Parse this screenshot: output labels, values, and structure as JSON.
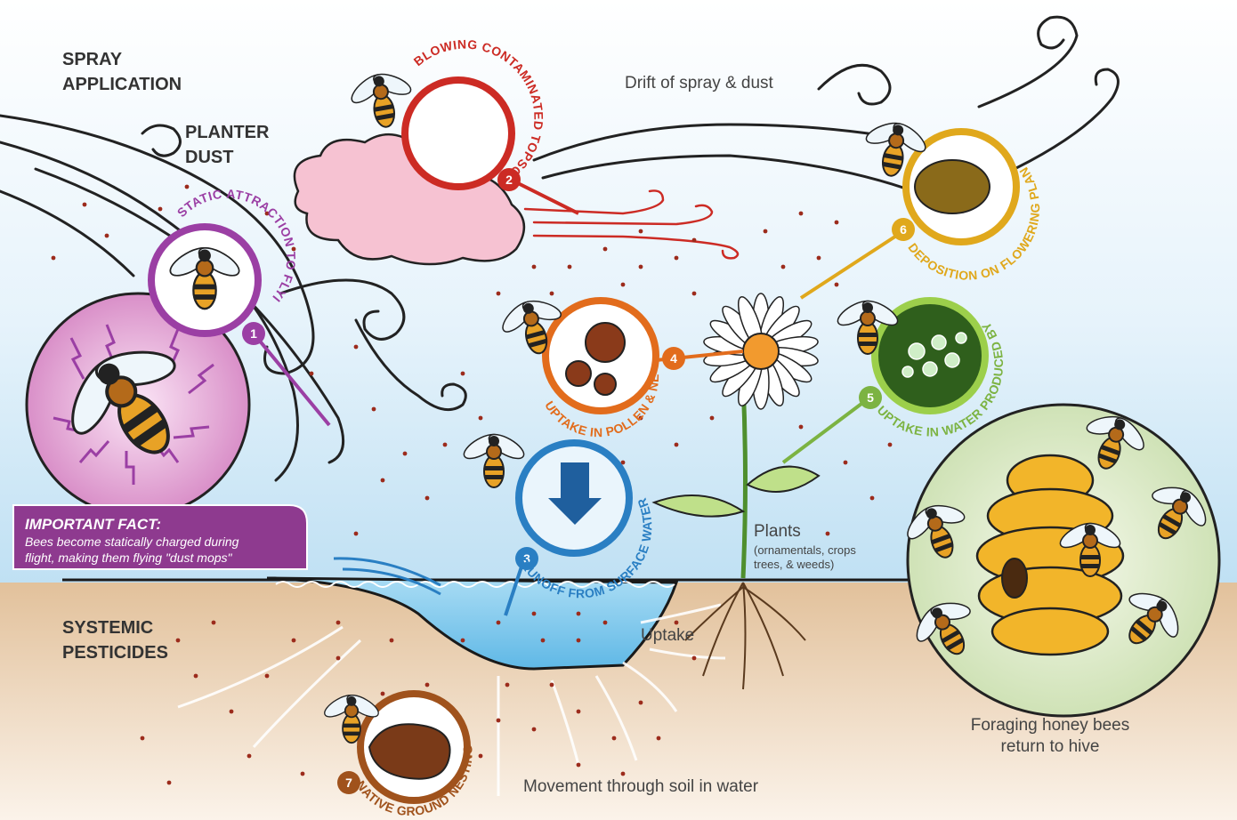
{
  "labels": {
    "spray_line1": "SPRAY",
    "spray_line2": "APPLICATION",
    "planter_line1": "PLANTER",
    "planter_line2": "DUST",
    "systemic_line1": "SYSTEMIC",
    "systemic_line2": "PESTICIDES",
    "drift": "Drift of spray & dust",
    "plants": "Plants",
    "plants_sub1": "(ornamentals, crops",
    "plants_sub2": "trees, & weeds)",
    "uptake": "Uptake",
    "movement": "Movement through soil in water",
    "foraging_line1": "Foraging honey bees",
    "foraging_line2": "return to hive"
  },
  "fact": {
    "title": "IMPORTANT  FACT:",
    "line1": "Bees become statically charged during",
    "line2": "flight, making them flying \"dust mops\""
  },
  "routes": [
    {
      "number": "1",
      "label": "STATIC ATTRACTION TO FLYING BEE",
      "color": "#9b3fa4"
    },
    {
      "number": "2",
      "label": "BLOWING CONTAMINATED TOPSOIL",
      "color": "#cc2b24"
    },
    {
      "number": "3",
      "label": "RUNOFF FROM SURFACE WATER",
      "color": "#2a7fc3"
    },
    {
      "number": "4",
      "label": "UPTAKE IN POLLEN & NECTAR",
      "color": "#e26c1c"
    },
    {
      "number": "5",
      "label": "UPTAKE IN WATER PRODUCED BY LEAVES",
      "color": "#7cb342"
    },
    {
      "number": "6",
      "label": "DEPOSITION ON FLOWERING PLANTS",
      "color": "#e0a81c"
    },
    {
      "number": "7",
      "label": "NATIVE GROUND NESTING BEES",
      "color": "#a0521c"
    }
  ],
  "colors": {
    "sky": "#cfe8f6",
    "soil": "#e6c6a2",
    "water": "#8fd0f0",
    "cloud": "#f6c2d2",
    "swirl": "#222222",
    "dots": "#9c2b1c",
    "hive": "#f2b52a"
  }
}
